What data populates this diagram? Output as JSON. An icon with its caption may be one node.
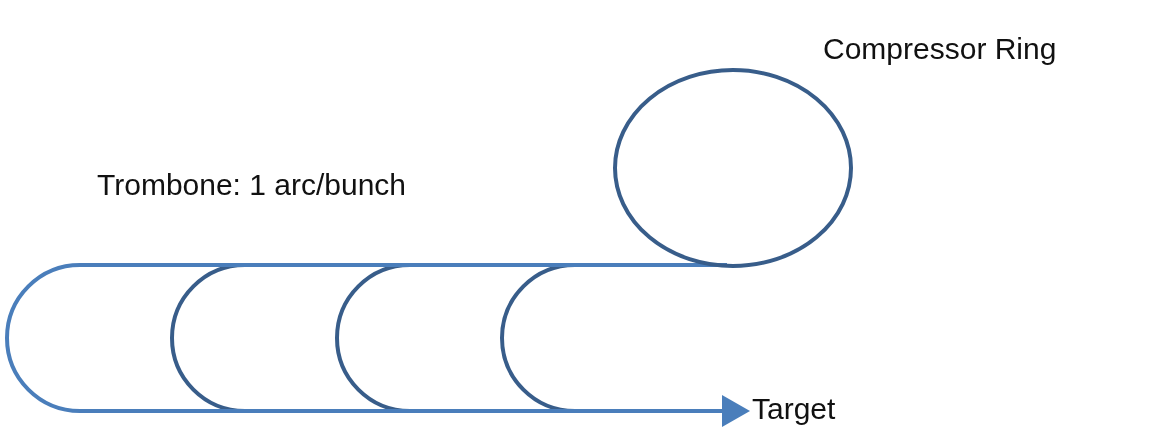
{
  "diagram": {
    "nodes": [
      {
        "text": [],
        "shape": "circle",
        "beside": [
          "Compressor Ring"
        ]
      },
      {
        "text": [
          "Target"
        ]
      }
    ],
    "edges": [
      {
        "from": 0,
        "to": 1,
        "arrow": "to"
      }
    ],
    "labels": [
      "Trombone: 1 arc/bunch"
    ]
  }
}
